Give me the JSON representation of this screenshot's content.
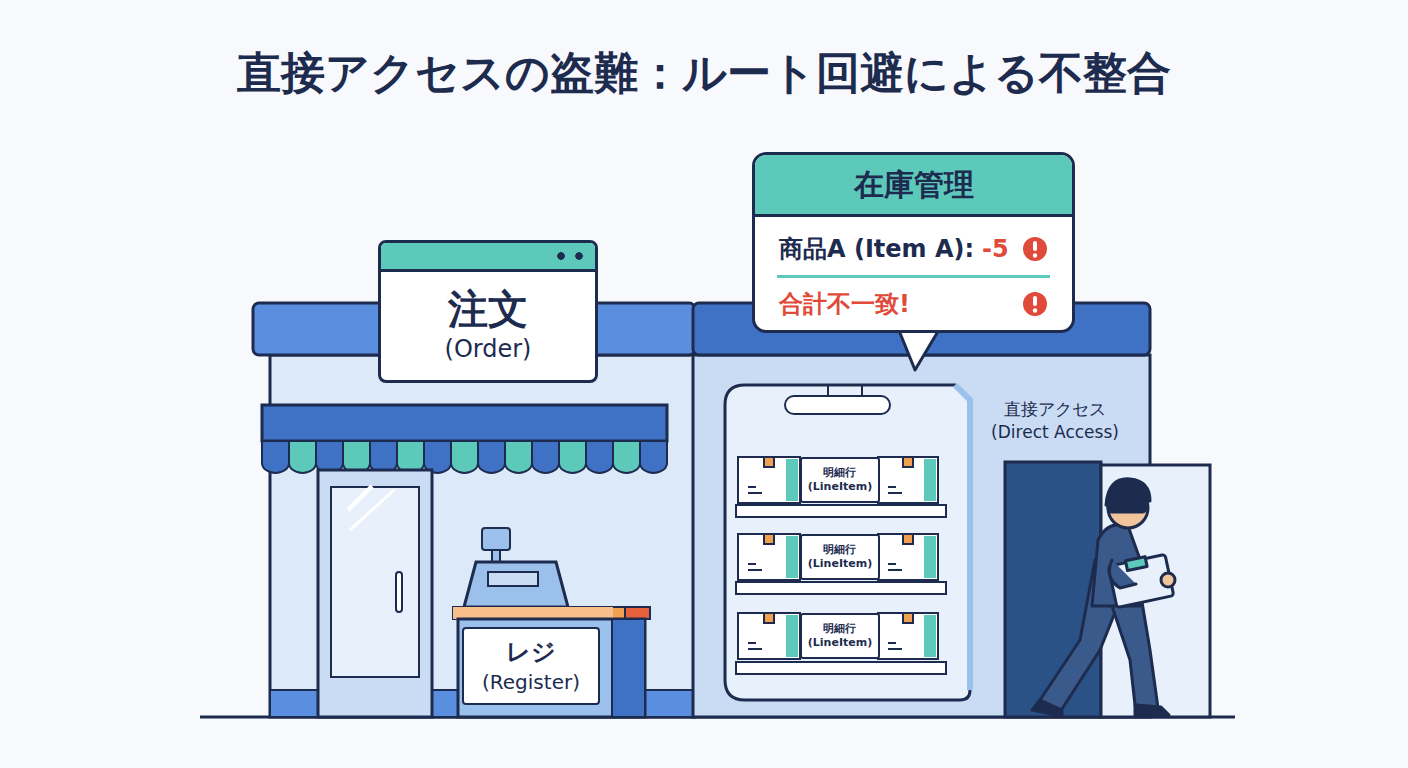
{
  "diagram": {
    "title": "直接アクセスの盗難：ルート回避による不整合",
    "nodes": [
      {
        "text": [
          "注文",
          "(Order)"
        ]
      },
      {
        "text": [
          "レジ",
          "(Register)"
        ]
      },
      {
        "text": [
          "在庫管理",
          "商品A (Item A):",
          "-5",
          "合計不一致!"
        ]
      },
      {
        "text": [
          "明細行 (LineItem)"
        ]
      },
      {
        "text": [
          "明細行 (LineItem)"
        ]
      },
      {
        "text": [
          "明細行 (LineItem)"
        ]
      }
    ],
    "labels": [
      "直接アクセス (Direct Access)"
    ]
  }
}
